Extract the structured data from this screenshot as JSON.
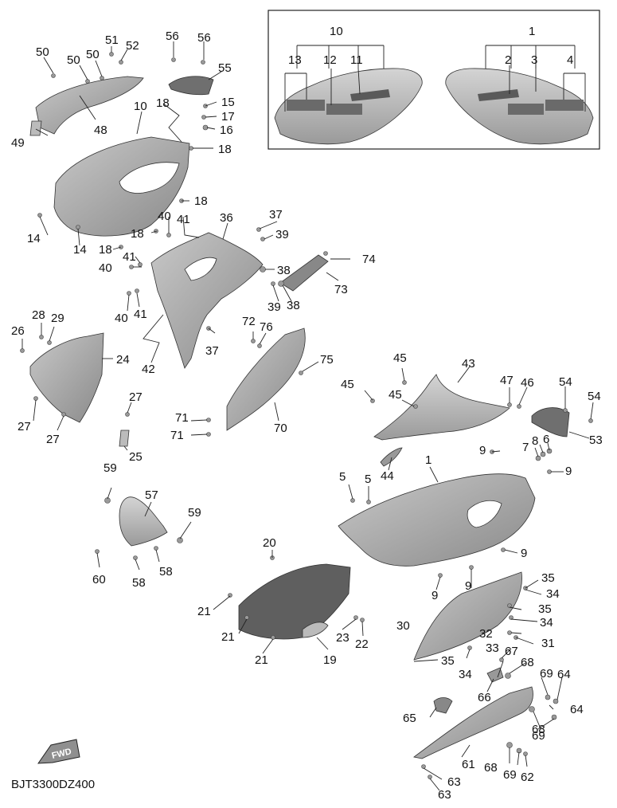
{
  "diagram": {
    "code": "BJT3300DZ400",
    "fwd_text": "FWD",
    "colors": {
      "part_fill": "#a8a8a8",
      "part_dark": "#5a5a5a",
      "part_light": "#cfcfcf",
      "line": "#222222"
    },
    "labels": {
      "l1": "1",
      "l2": "2",
      "l3": "3",
      "l4": "4",
      "l5": "5",
      "l6": "6",
      "l7": "7",
      "l8": "8",
      "l9": "9",
      "l10": "10",
      "l11": "11",
      "l12": "12",
      "l13": "13",
      "l14": "14",
      "l15": "15",
      "l16": "16",
      "l17": "17",
      "l18": "18",
      "l19": "19",
      "l20": "20",
      "l21": "21",
      "l22": "22",
      "l23": "23",
      "l24": "24",
      "l25": "25",
      "l26": "26",
      "l27": "27",
      "l28": "28",
      "l29": "29",
      "l30": "30",
      "l31": "31",
      "l32": "32",
      "l33": "33",
      "l34": "34",
      "l35": "35",
      "l36": "36",
      "l37": "37",
      "l38": "38",
      "l39": "39",
      "l40": "40",
      "l41": "41",
      "l42": "42",
      "l43": "43",
      "l44": "44",
      "l45": "45",
      "l46": "46",
      "l47": "47",
      "l48": "48",
      "l49": "49",
      "l50": "50",
      "l51": "51",
      "l52": "52",
      "l53": "53",
      "l54": "54",
      "l55": "55",
      "l56": "56",
      "l57": "57",
      "l58": "58",
      "l59": "59",
      "l60": "60",
      "l61": "61",
      "l62": "62",
      "l63": "63",
      "l64": "64",
      "l65": "65",
      "l66": "66",
      "l67": "67",
      "l68": "68",
      "l69": "69",
      "l70": "70",
      "l71": "71",
      "l72": "72",
      "l73": "73",
      "l74": "74",
      "l75": "75",
      "l76": "76"
    }
  }
}
